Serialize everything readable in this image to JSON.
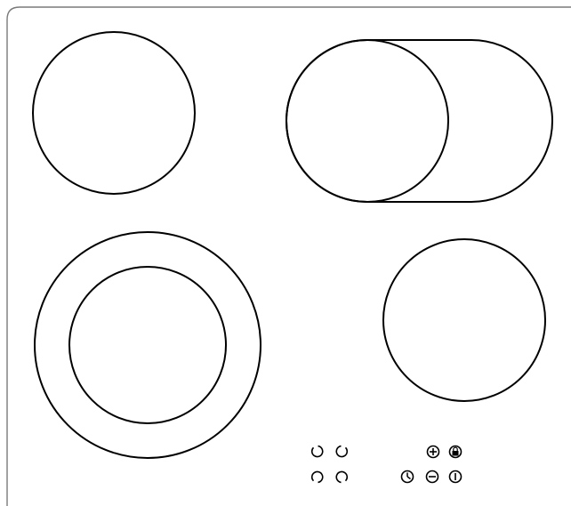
{
  "cooktop": {
    "outline_color": "#7a7a7a",
    "stroke_color": "#000000",
    "background": "#ffffff",
    "zones": [
      {
        "id": "rear-left",
        "type": "single"
      },
      {
        "id": "rear-right",
        "type": "oval-extended"
      },
      {
        "id": "front-left",
        "type": "dual"
      },
      {
        "id": "front-right",
        "type": "single"
      }
    ],
    "controls": {
      "zone_selectors": [
        "rear-left-zone-selector-icon",
        "rear-right-zone-selector-icon",
        "front-left-zone-selector-icon",
        "front-right-zone-selector-icon"
      ],
      "buttons": [
        "plus-icon",
        "lock-icon",
        "timer-icon",
        "minus-icon",
        "power-icon"
      ]
    }
  }
}
